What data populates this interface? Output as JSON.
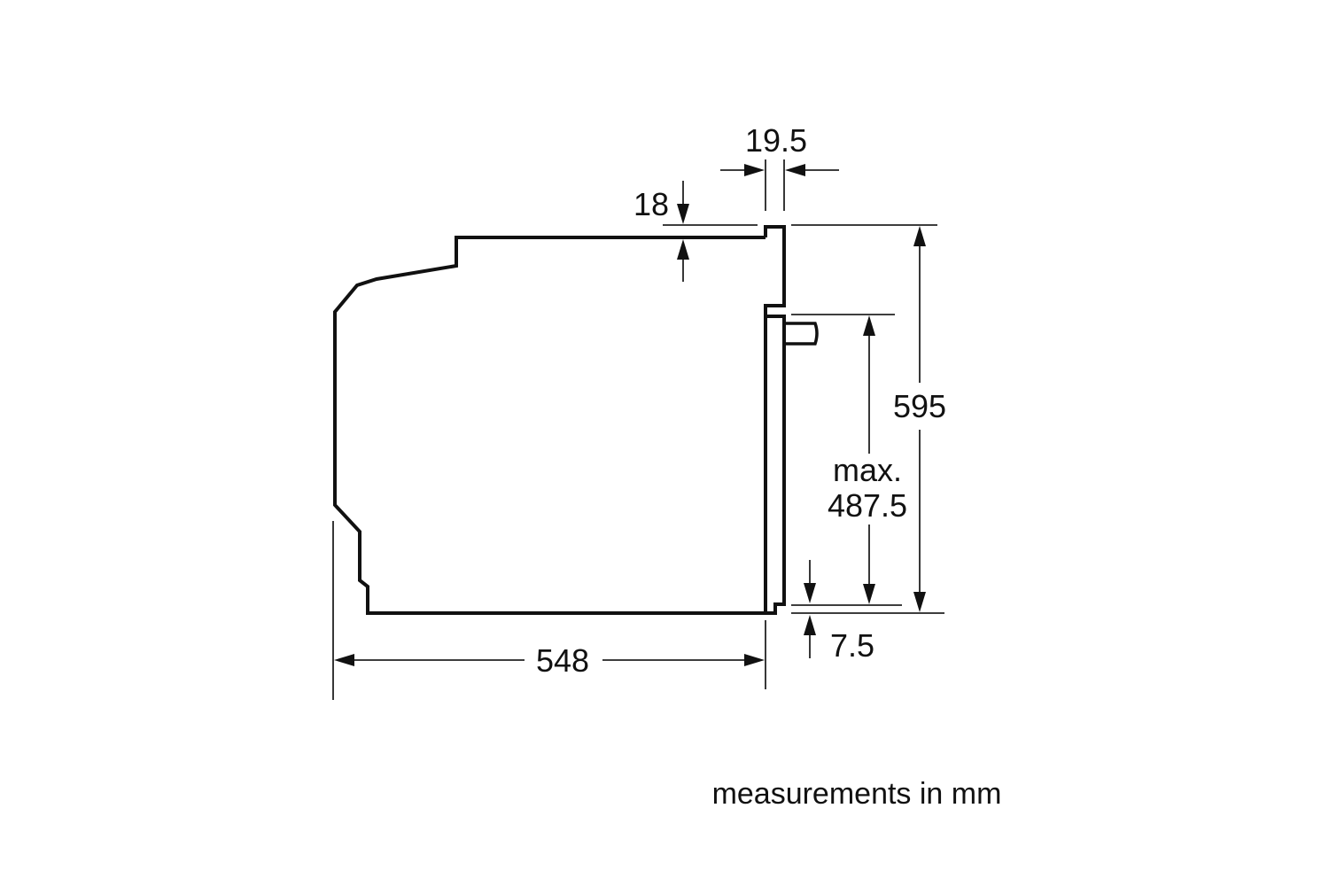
{
  "diagram": {
    "title": "Oven side view installation dimensions",
    "dimensions": {
      "door_thickness": "19.5",
      "top_offset": "18",
      "total_height": "595",
      "max_label": "max.",
      "max_height": "487.5",
      "bottom_offset": "7.5",
      "depth": "548"
    },
    "units_note": "measurements in mm"
  }
}
